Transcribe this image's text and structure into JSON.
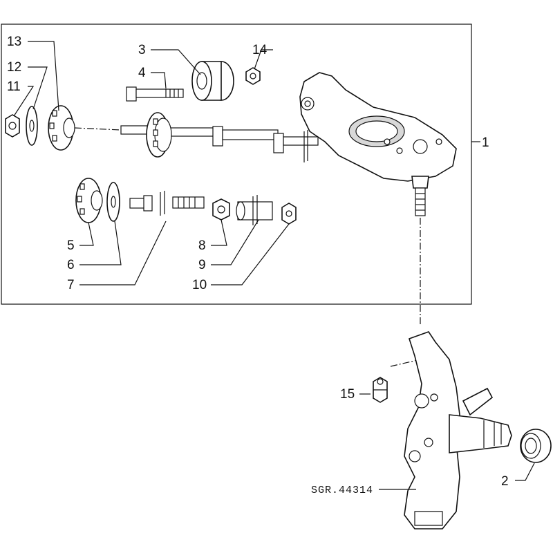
{
  "labels": {
    "n1": "1",
    "n2": "2",
    "n3": "3",
    "n4": "4",
    "n5": "5",
    "n6": "6",
    "n7": "7",
    "n8": "8",
    "n9": "9",
    "n10": "10",
    "n11": "11",
    "n12": "12",
    "n13": "13",
    "n14": "14",
    "n15": "15"
  },
  "reference_code": "SGR.44314"
}
